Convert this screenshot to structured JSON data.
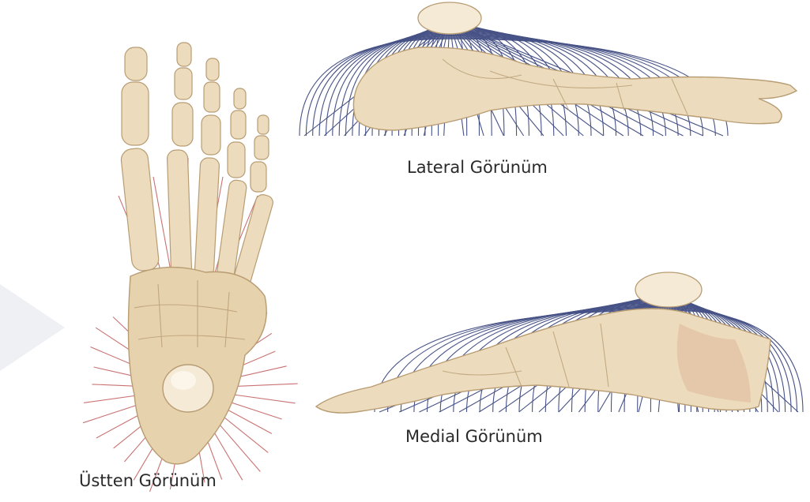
{
  "captions": {
    "lateral": "Lateral Görünüm",
    "medial": "Medial Görünüm",
    "top": "Üstten Görünüm"
  },
  "colors": {
    "bone": "#ecdcbd",
    "bone_shadow": "#cfb68d",
    "bone_outline": "#b89c73",
    "radial_red": "#c05a5a",
    "arc_blue": "#34407a",
    "watermark": "#eceef2"
  }
}
